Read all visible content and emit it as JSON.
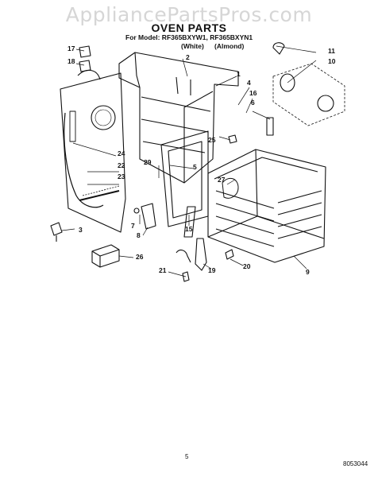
{
  "watermark": "AppliancePartsPros.com",
  "title": "OVEN PARTS",
  "model_line": "For Model: RF365BXYW1, RF365BXYN1",
  "variants": [
    "(White)",
    "(Almond)"
  ],
  "callouts": [
    "1",
    "2",
    "3",
    "4",
    "5",
    "6",
    "7",
    "8",
    "9",
    "10",
    "11",
    "15",
    "16",
    "17",
    "18",
    "19",
    "20",
    "21",
    "22",
    "23",
    "24",
    "25",
    "26",
    "27",
    "29"
  ],
  "page_number": "5",
  "document_number": "8053044"
}
